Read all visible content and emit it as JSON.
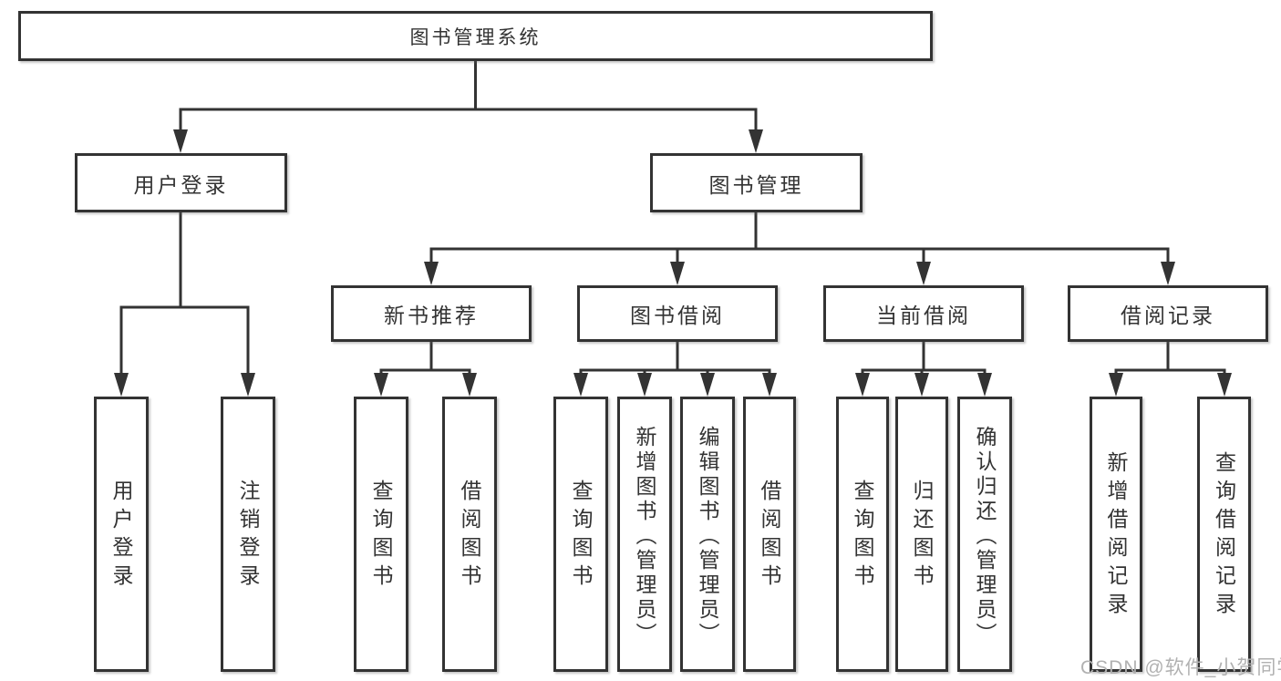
{
  "tree": {
    "root": {
      "label": "图书管理系统"
    },
    "branches": [
      {
        "label": "用户登录",
        "children": [
          {
            "label": "用户登录"
          },
          {
            "label": "注销登录"
          }
        ]
      },
      {
        "label": "图书管理",
        "children": [
          {
            "label": "新书推荐",
            "children": [
              {
                "label": "查询图书"
              },
              {
                "label": "借阅图书"
              }
            ]
          },
          {
            "label": "图书借阅",
            "children": [
              {
                "label": "查询图书"
              },
              {
                "label": "新增图书（管理员）"
              },
              {
                "label": "编辑图书（管理员）"
              },
              {
                "label": "借阅图书"
              }
            ]
          },
          {
            "label": "当前借阅",
            "children": [
              {
                "label": "查询图书"
              },
              {
                "label": "归还图书"
              },
              {
                "label": "确认归还（管理员）"
              }
            ]
          },
          {
            "label": "借阅记录",
            "children": [
              {
                "label": "新增借阅记录"
              },
              {
                "label": "查询借阅记录"
              }
            ]
          }
        ]
      }
    ]
  },
  "watermark": "CSDN @软件_小贺同学",
  "colors": {
    "line": "#333333",
    "box_border": "#333333",
    "box_fill": "#ffffff",
    "text": "#333333",
    "watermark": "#b1b1b1",
    "background": "#ffffff"
  }
}
